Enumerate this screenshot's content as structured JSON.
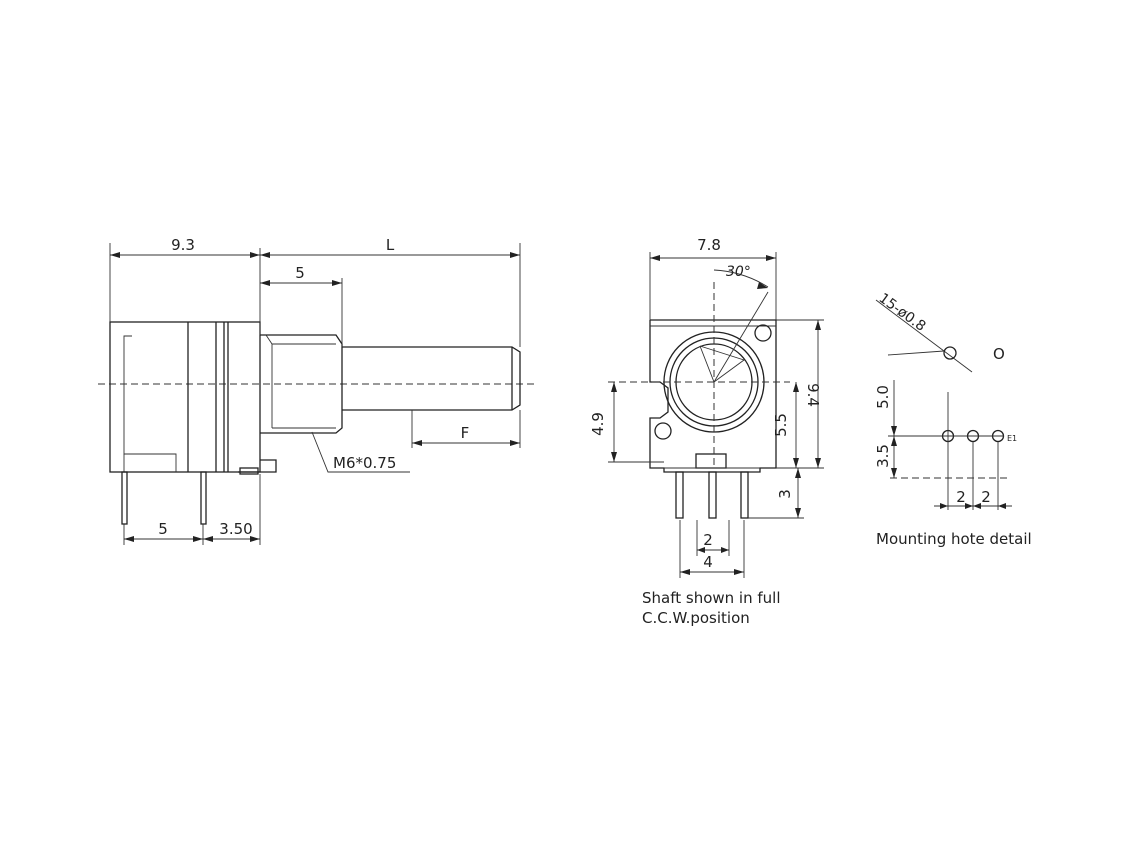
{
  "side_view": {
    "dims": {
      "body_length": "9.3",
      "total_length": "L",
      "bushing_length": "5",
      "shaft_flat": "F",
      "thread": "M6*0.75",
      "pin_spacing_a": "5",
      "pin_spacing_b": "3.50"
    }
  },
  "front_view": {
    "dims": {
      "width": "7.8",
      "angle": "30°",
      "height_total": "9.4",
      "center_height": "5.5",
      "center_left": "4.9",
      "pin_length": "3",
      "pin_pitch": "2",
      "pin_span": "4"
    },
    "caption_line1": "Shaft shown in full",
    "caption_line2": "C.C.W.position"
  },
  "hole_detail": {
    "dims": {
      "hole_spec": "15-ø0.8",
      "vert_upper": "5.0",
      "vert_lower": "3.5",
      "pitch_a": "2",
      "pitch_b": "2",
      "mount_mark": "O",
      "pin_mark": "E1"
    },
    "caption": "Mounting hote detail"
  }
}
